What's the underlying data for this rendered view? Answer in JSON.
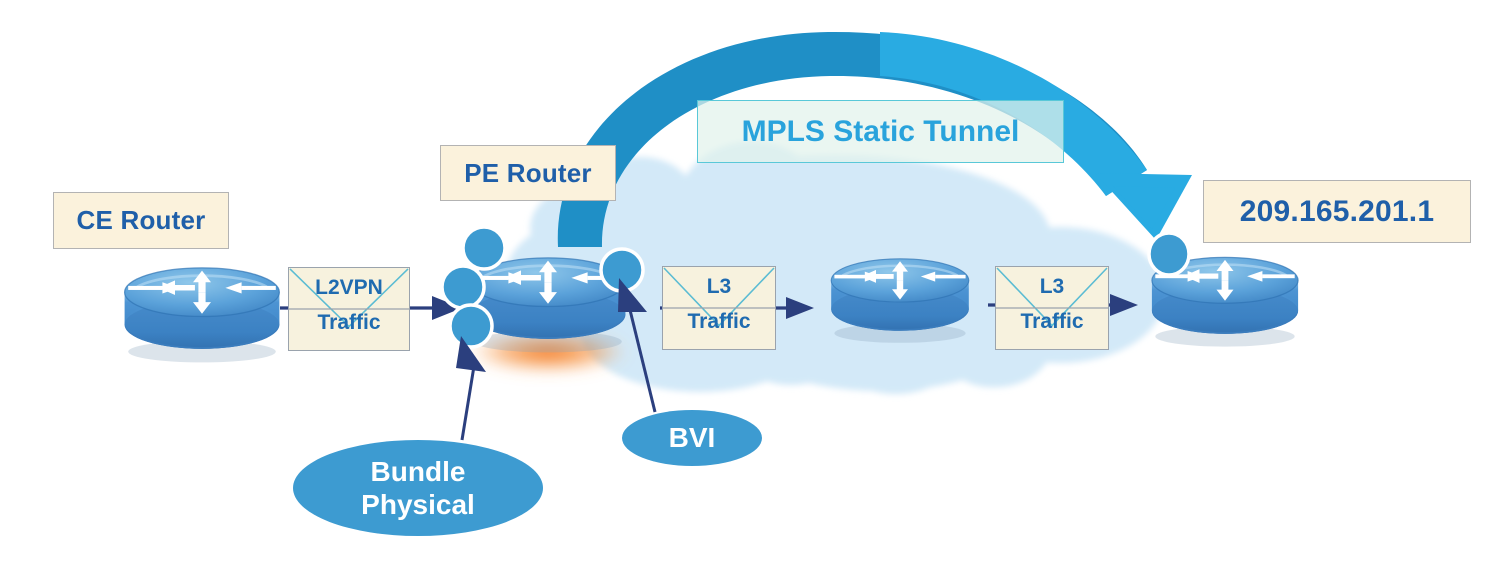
{
  "diagram": {
    "title": "MPLS Static Tunnel L2VPN to L3 network topology",
    "background_color": "#ffffff"
  },
  "labels": {
    "ce_router": "CE Router",
    "pe_router": "PE Router",
    "mpls_tunnel": "MPLS Static Tunnel",
    "destination_ip": "209.165.201.1"
  },
  "traffic_labels": [
    {
      "id": "l2vpn",
      "line1": "L2VPN",
      "line2": "Traffic"
    },
    {
      "id": "l3_first",
      "line1": "L3",
      "line2": "Traffic"
    },
    {
      "id": "l3_second",
      "line1": "L3",
      "line2": "Traffic"
    }
  ],
  "callouts": [
    {
      "id": "bundle_physical",
      "line1": "Bundle",
      "line2": "Physical"
    },
    {
      "id": "bvi",
      "line1": "BVI",
      "line2": ""
    }
  ],
  "nodes": [
    {
      "id": "ce_router",
      "kind": "router-icon",
      "label": "CE Router"
    },
    {
      "id": "pe_router",
      "kind": "router-icon",
      "label": "PE Router"
    },
    {
      "id": "p_router",
      "kind": "router-icon",
      "label": ""
    },
    {
      "id": "remote_pe_router",
      "kind": "router-icon",
      "label": "209.165.201.1"
    }
  ],
  "interfaces": {
    "pe_left_circles": 3,
    "pe_right_circles": 1,
    "remote_pe_circles": 1,
    "circle_color": "#3d9bd1"
  },
  "colors": {
    "cloud": "#d3e9f8",
    "router_blue": "#3f8fd0",
    "router_blue_dark": "#2d6ba8",
    "router_top": "#6db3e2",
    "arrow_navy": "#2b3f7e",
    "tunnel_arc_dark": "#1c8cc4",
    "tunnel_arc_light": "#29abe2",
    "note_fill": "#fbf2dc",
    "note_border": "#b3b3b3",
    "note_text": "#1f5fa9",
    "tunnel_caption_text": "#29a3dc",
    "tunnel_caption_border": "#59c8d8",
    "envelope_fill": "#f7f2de",
    "envelope_line": "#5bbcd3",
    "callout_fill": "#3d9bd1",
    "callout_text": "#ffffff",
    "orange_glow": "#f07c22"
  },
  "icons": {
    "router": "router-icon",
    "cloud": "cloud-icon",
    "arrow": "arrow-icon",
    "tunnel_arrow": "curved-arrow-icon"
  }
}
